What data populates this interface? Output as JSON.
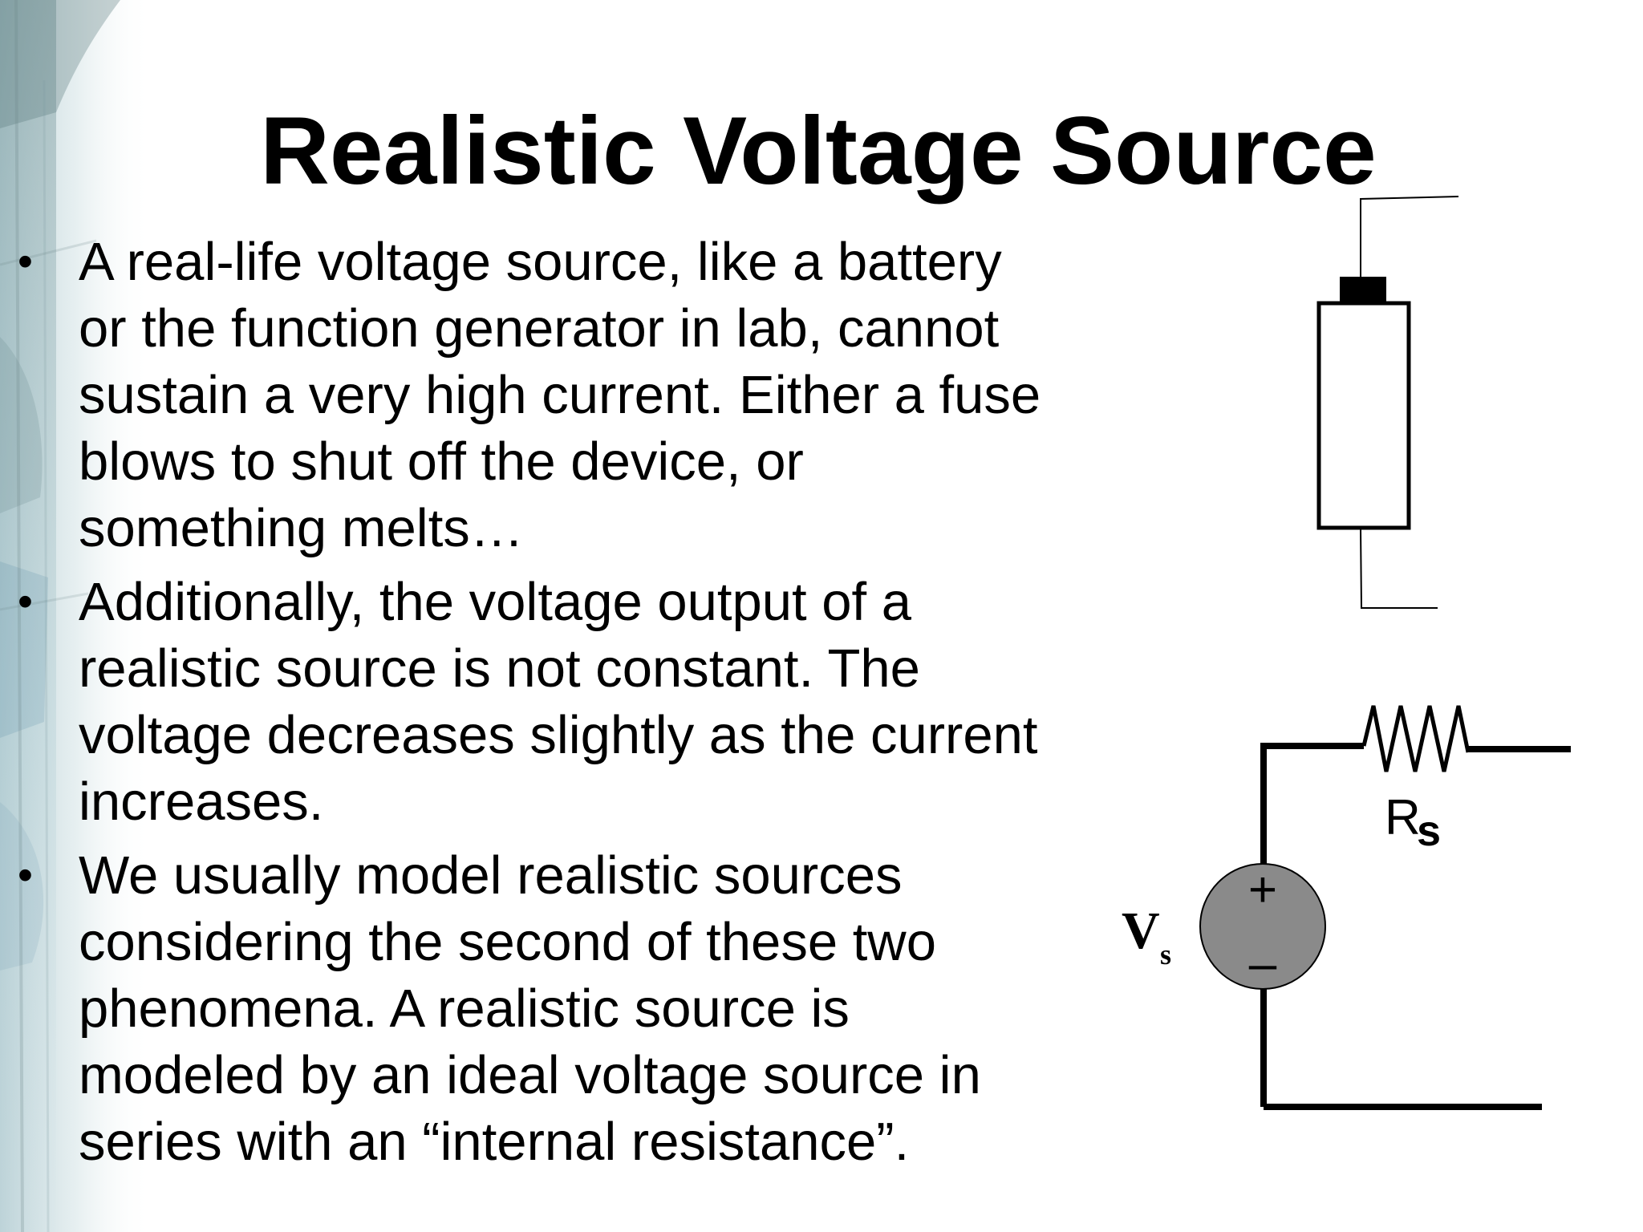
{
  "slide": {
    "title": "Realistic Voltage Source",
    "bullet_symbol": "•",
    "bullets": [
      "A real-life voltage source, like a battery or the function generator in lab, cannot sustain a very high current.  Either a fuse blows to shut off the device, or something melts…",
      "Additionally, the voltage output of a realistic source is not constant.  The voltage decreases slightly as the current increases.",
      "We usually model realistic sources considering the second of these two phenomena.  A realistic source is modeled by an ideal voltage source in series with an “internal resistance”."
    ]
  },
  "circuit": {
    "source_label_main": "V",
    "source_label_sub": "s",
    "source_plus": "+",
    "source_minus": "–",
    "resistor_label_main": "R",
    "resistor_label_sub": "s",
    "source_fill": "#8a8a8a"
  }
}
